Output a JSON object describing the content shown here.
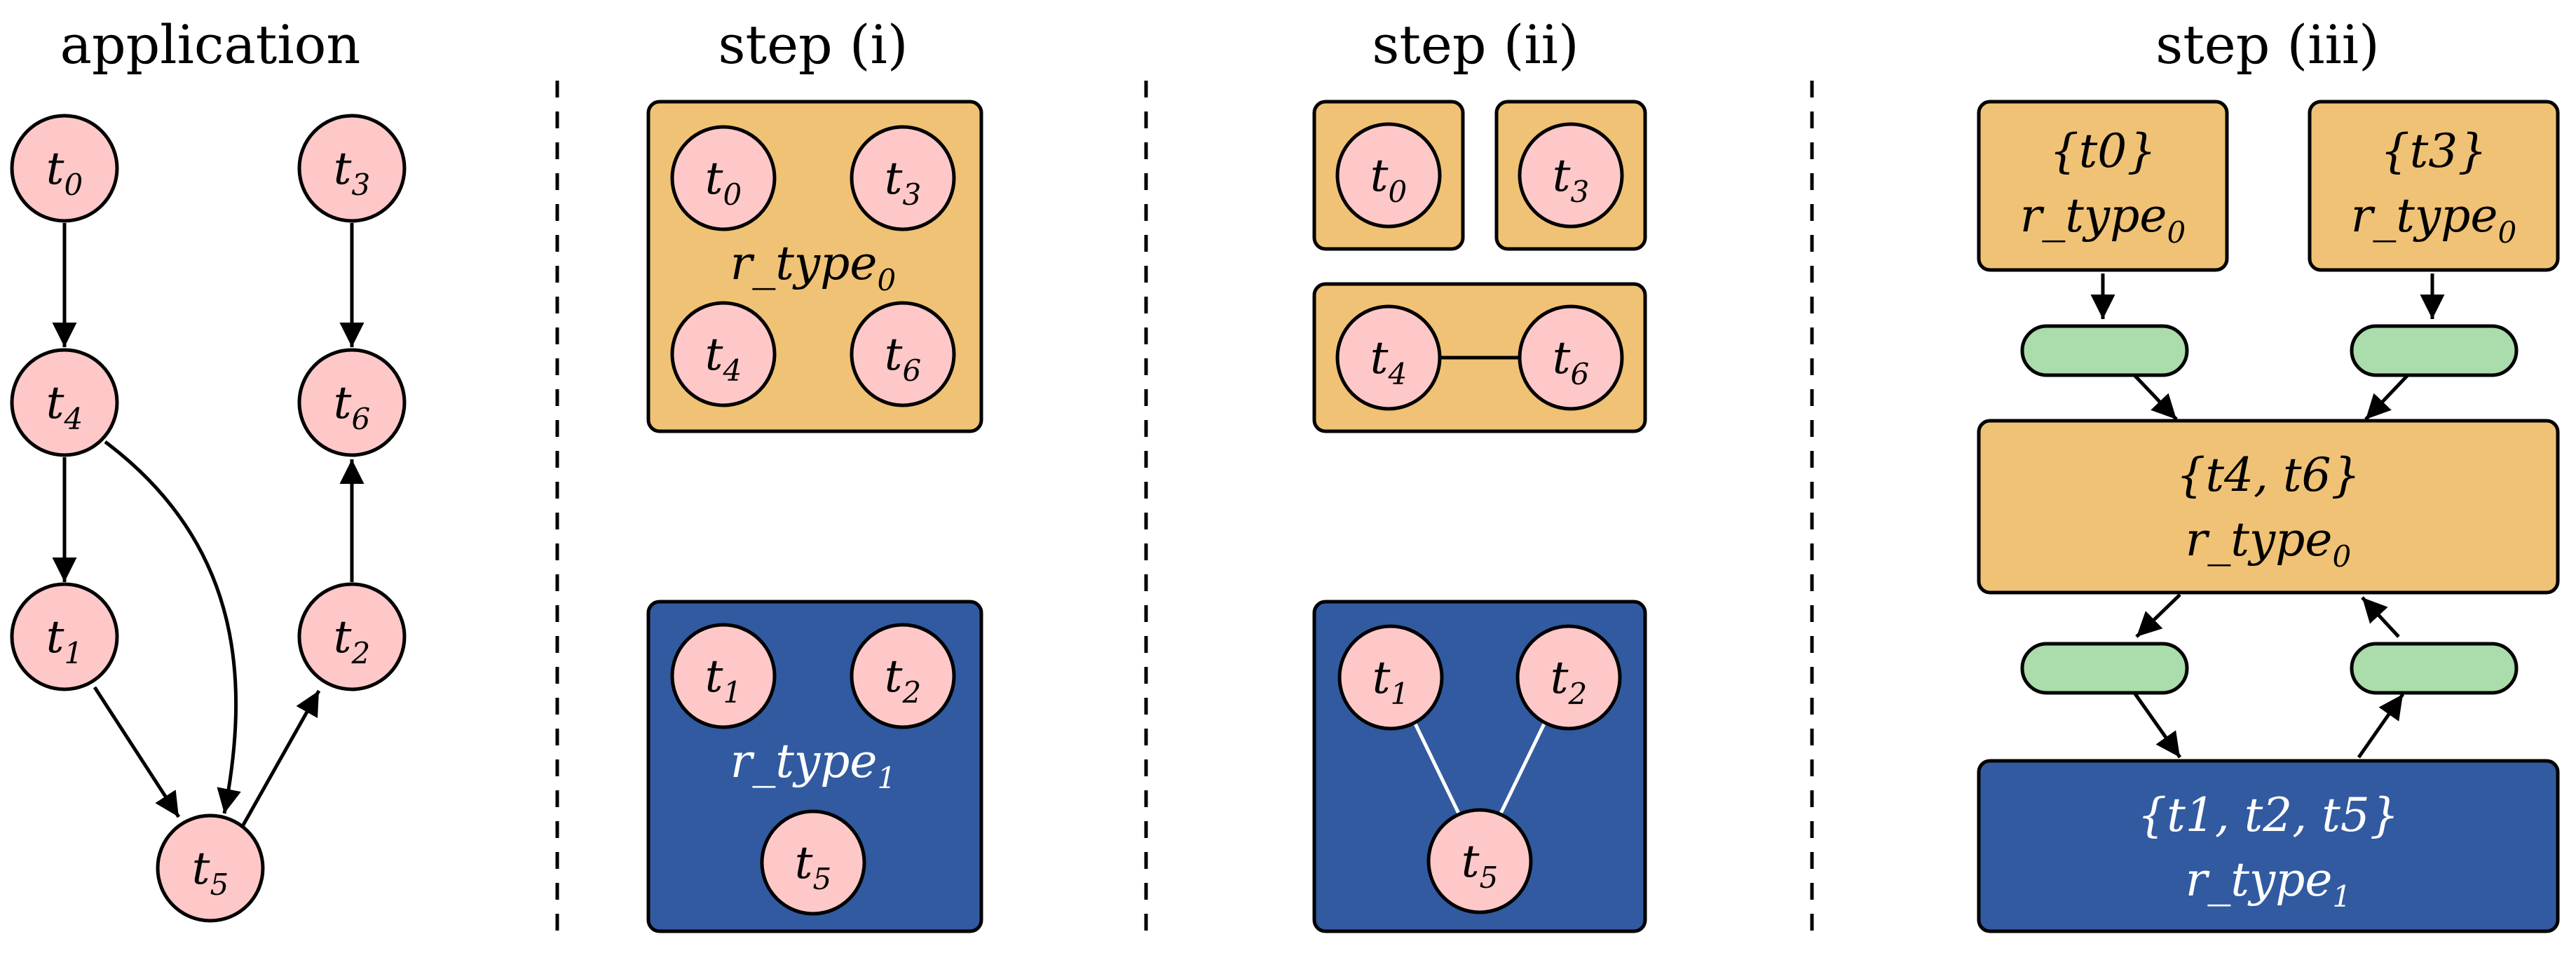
{
  "headers": {
    "application": "application",
    "step1": "step (i)",
    "step2": "step (ii)",
    "step3": "step (iii)"
  },
  "tasks": {
    "t0": {
      "base": "t",
      "sub": "0"
    },
    "t1": {
      "base": "t",
      "sub": "1"
    },
    "t2": {
      "base": "t",
      "sub": "2"
    },
    "t3": {
      "base": "t",
      "sub": "3"
    },
    "t4": {
      "base": "t",
      "sub": "4"
    },
    "t5": {
      "base": "t",
      "sub": "5"
    },
    "t6": {
      "base": "t",
      "sub": "6"
    }
  },
  "resource_types": {
    "r0": {
      "base": "r_type",
      "sub": "0"
    },
    "r1": {
      "base": "r_type",
      "sub": "1"
    }
  },
  "groups": {
    "g_t0": "{t0}",
    "g_t3": "{t3}",
    "g_t4_t6": "{t4, t6}",
    "g_t1_t2_t5": "{t1, t2, t5}"
  },
  "colors": {
    "task_node": "#ffc8c8",
    "resource_type_0": "#f0c275",
    "resource_type_1": "#315aa0",
    "channel": "#abdcab"
  }
}
